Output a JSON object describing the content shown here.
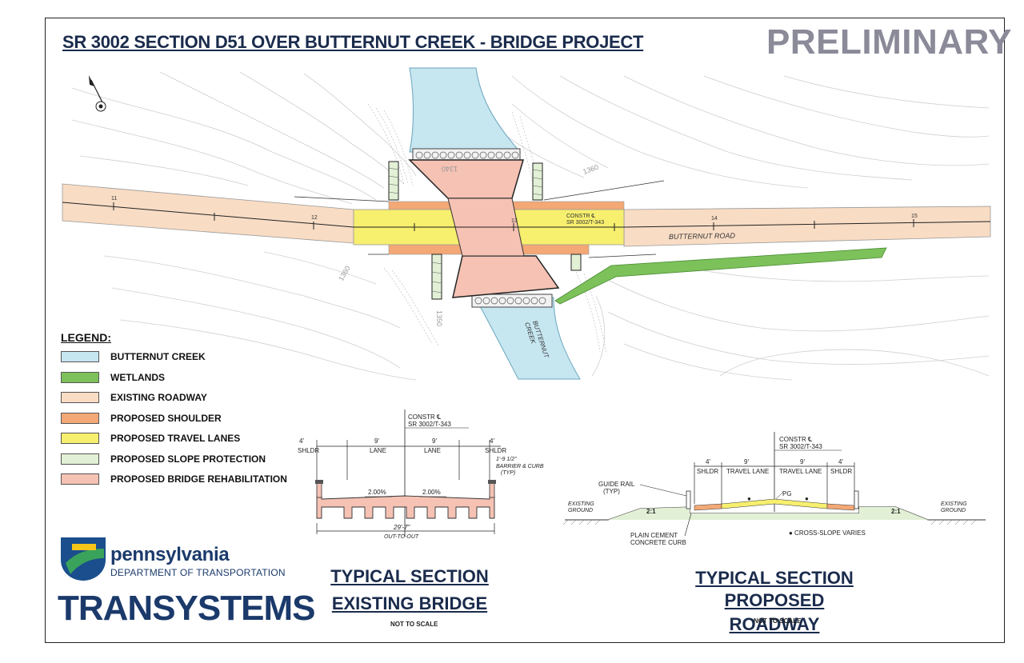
{
  "title": "SR 3002 SECTION D51 OVER BUTTERNUT CREEK - BRIDGE PROJECT",
  "stamp": "PRELIMINARY",
  "plan": {
    "road_name": "BUTTERNUT ROAD",
    "creek_name_line1": "BUTTERNUT",
    "creek_name_line2": "CREEK",
    "constr_line1": "CONSTR ℄",
    "constr_line2": "SR 3002/T-343",
    "stations": [
      "11",
      "12",
      "13",
      "14",
      "15"
    ],
    "contours": [
      "1360",
      "1340",
      "1360",
      "1350"
    ]
  },
  "legend": {
    "title": "LEGEND:",
    "items": [
      {
        "label": "BUTTERNUT CREEK",
        "color": "#c6e6f0"
      },
      {
        "label": "WETLANDS",
        "color": "#7cc15a"
      },
      {
        "label": "EXISTING ROADWAY",
        "color": "#f8dcc4"
      },
      {
        "label": "PROPOSED SHOULDER",
        "color": "#f3a876"
      },
      {
        "label": "PROPOSED TRAVEL LANES",
        "color": "#f7ef6e"
      },
      {
        "label": "PROPOSED SLOPE PROTECTION",
        "color": "#e2f0d6"
      },
      {
        "label": "PROPOSED BRIDGE REHABILITATION",
        "color": "#f5c2b4"
      }
    ]
  },
  "existing_bridge": {
    "constr_line1": "CONSTR ℄",
    "constr_line2": "SR 3002/T-343",
    "dims": [
      "4'",
      "9'",
      "9'",
      "4'"
    ],
    "labels": [
      "SHLDR",
      "LANE",
      "LANE",
      "SHLDR"
    ],
    "barrier_line1": "1'-9 1/2\"",
    "barrier_line2": "BARRIER & CURB",
    "barrier_line3": "(TYP)",
    "slope_left": "2.00%",
    "slope_right": "2.00%",
    "width": "29'-7\"",
    "width_note": "OUT-TO-OUT",
    "title_line1": "TYPICAL SECTION",
    "title_line2": "EXISTING BRIDGE",
    "nts": "NOT TO SCALE"
  },
  "proposed_roadway": {
    "constr_line1": "CONSTR ℄",
    "constr_line2": "SR 3002/T-343",
    "dims": [
      "4'",
      "9'",
      "9'",
      "4'"
    ],
    "labels": [
      "SHLDR",
      "TRAVEL LANE",
      "TRAVEL LANE",
      "SHLDR"
    ],
    "guide_rail_line1": "GUIDE RAIL",
    "guide_rail_line2": "(TYP)",
    "existing_ground_line1": "EXISTING",
    "existing_ground_line2": "GROUND",
    "pg": "PG",
    "slope": "2:1",
    "curb_line1": "PLAIN CEMENT",
    "curb_line2": "CONCRETE CURB",
    "cross_slope": "● CROSS-SLOPE VARIES",
    "title_line1": "TYPICAL SECTION",
    "title_line2": "PROPOSED ROADWAY",
    "nts": "NOT TO SCALE"
  },
  "logos": {
    "penndot_line1": "pennsylvania",
    "penndot_line2": "DEPARTMENT OF TRANSPORTATION",
    "transystems": "TRANSYSTEMS"
  }
}
